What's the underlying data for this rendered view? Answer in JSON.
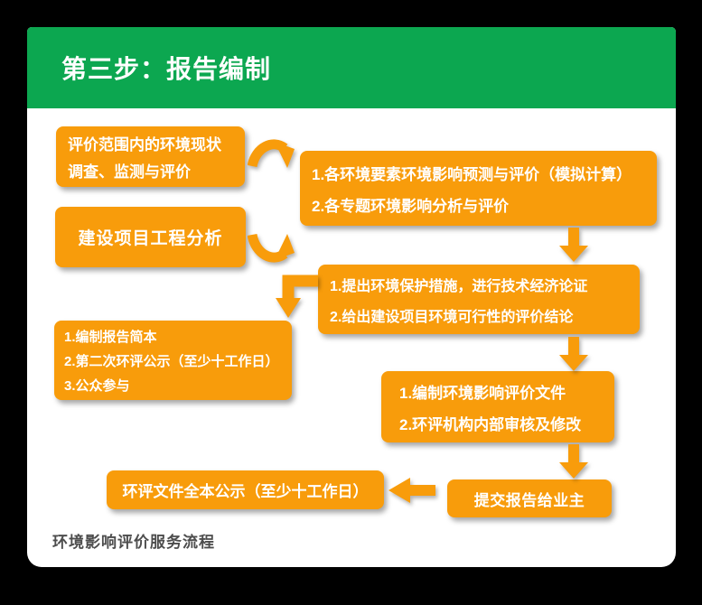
{
  "header": {
    "title": "第三步：报告编制"
  },
  "flow": {
    "box1": {
      "lines": [
        "评价范围内的环境现状",
        "调查、监测与评价"
      ]
    },
    "box2": {
      "text": "建设项目工程分析"
    },
    "box3": {
      "lines": [
        "1.各环境要素环境影响预测与评价（模拟计算）",
        "2.各专题环境影响分析与评价"
      ]
    },
    "box4": {
      "lines": [
        "1.提出环境保护措施，进行技术经济论证",
        "2.给出建设项目环境可行性的评价结论"
      ]
    },
    "box5": {
      "lines": [
        "1.编制报告简本",
        "2.第二次环评公示（至少十工作日）",
        "3.公众参与"
      ]
    },
    "box6": {
      "lines": [
        "1.编制环境影响评价文件",
        "2.环评机构内部审核及修改"
      ]
    },
    "box7": {
      "text": "提交报告给业主"
    },
    "box8": {
      "text": "环评文件全本公示（至少十工作日）"
    }
  },
  "footer": {
    "caption": "环境影响评价服务流程"
  },
  "colors": {
    "green": "#0ca750",
    "orange": "#f89c0b",
    "background": "#000000",
    "card": "#ffffff",
    "caption": "#4d4d4d"
  }
}
